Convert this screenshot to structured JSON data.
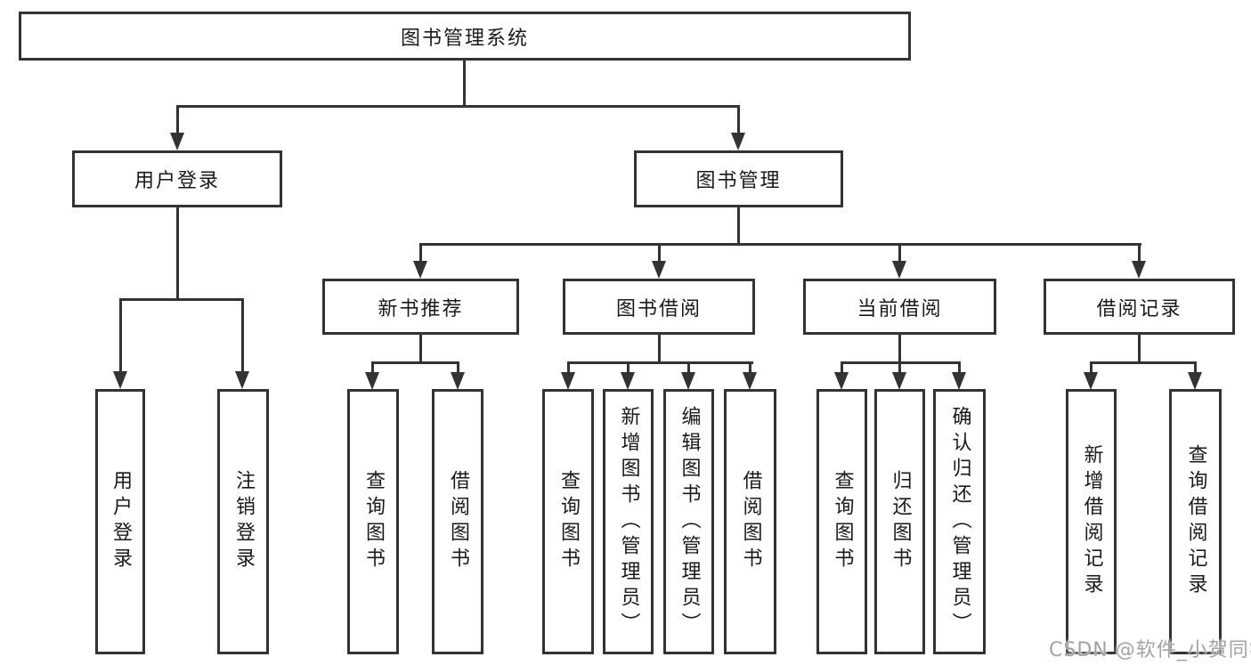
{
  "diagram": {
    "title_node": {
      "label": "图书管理系统"
    },
    "level2": [
      {
        "id": "user-login",
        "label": "用户登录"
      },
      {
        "id": "book-management",
        "label": "图书管理"
      }
    ],
    "level3": [
      {
        "id": "new-book-recommend",
        "label": "新书推荐"
      },
      {
        "id": "book-borrow",
        "label": "图书借阅"
      },
      {
        "id": "current-borrow",
        "label": "当前借阅"
      },
      {
        "id": "borrow-records",
        "label": "借阅记录"
      }
    ],
    "leaves": {
      "user_login": [
        {
          "label": "用户登录"
        },
        {
          "label": "注销登录"
        }
      ],
      "new_books": [
        {
          "label": "查询图书"
        },
        {
          "label": "借阅图书"
        }
      ],
      "book_borrow": [
        {
          "label": "查询图书"
        },
        {
          "label": "新增图书（管理员）"
        },
        {
          "label": "编辑图书（管理员）"
        },
        {
          "label": "借阅图书"
        }
      ],
      "current_borrow": [
        {
          "label": "查询图书"
        },
        {
          "label": "归还图书"
        },
        {
          "label": "确认归还（管理员）"
        }
      ],
      "borrow_records": [
        {
          "label": "新增借阅记录"
        },
        {
          "label": "查询借阅记录"
        }
      ]
    },
    "colors": {
      "line": "#333333",
      "box_border": "#333333",
      "text": "#1a1a1a",
      "background": "#ffffff",
      "watermark": "#a3a3a3"
    }
  },
  "watermark": {
    "text": "CSDN @软件_小贺同学"
  }
}
